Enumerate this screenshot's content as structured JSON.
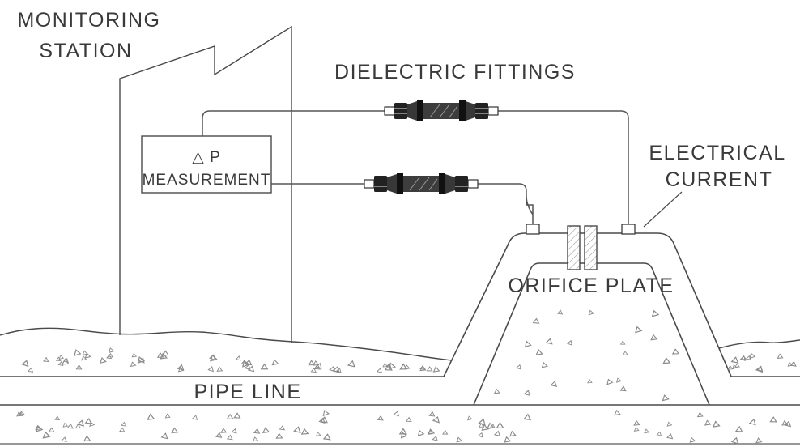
{
  "labels": {
    "monitoring_line1": "MONITORING",
    "monitoring_line2": "STATION",
    "dp_line1": "△ P",
    "dp_line2": "MEASUREMENT",
    "dielectric_fittings": "DIELECTRIC FITTINGS",
    "electrical_line1": "ELECTRICAL",
    "electrical_line2": "CURRENT",
    "orifice_plate": "ORIFICE PLATE",
    "pipe_line": "PIPE LINE"
  },
  "colors": {
    "line": "#4a4a4a",
    "text": "#3a3a3a",
    "fitting_dark": "#222222",
    "stipple": "#8a8a8a",
    "background": "#ffffff"
  }
}
